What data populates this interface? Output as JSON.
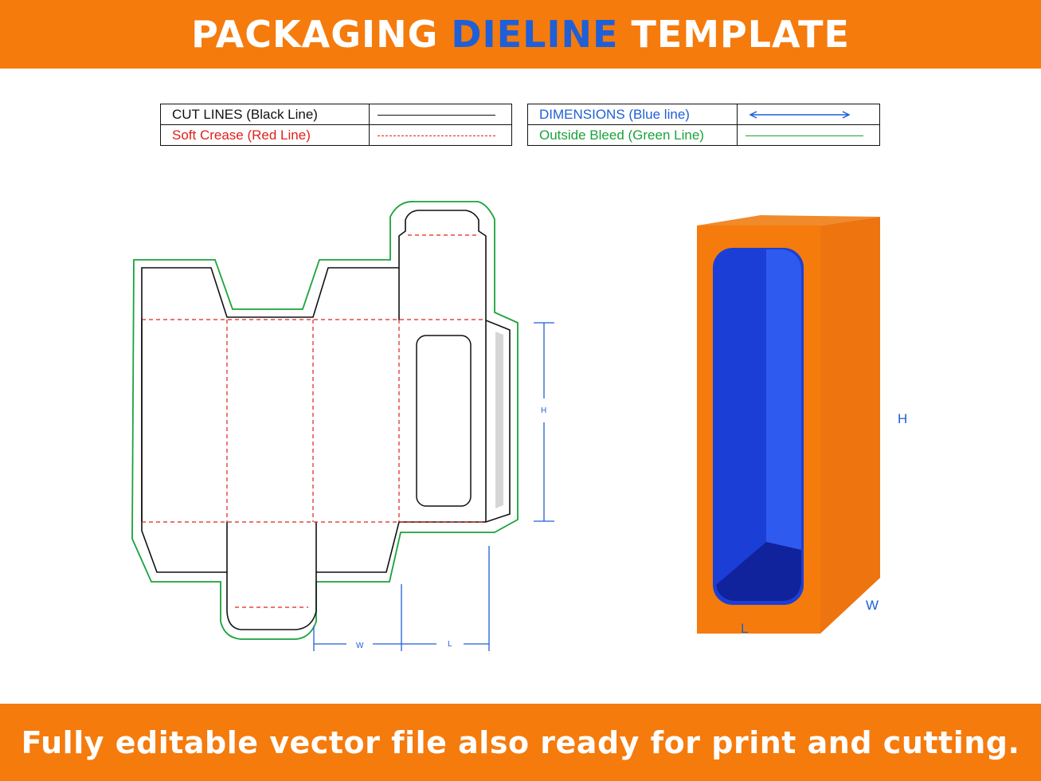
{
  "header": {
    "title_part1": "PACKAGING",
    "title_accent": "DIELINE",
    "title_part2": "TEMPLATE"
  },
  "legend": {
    "left": [
      {
        "label": "CUT LINES (Black Line)",
        "color": "#111111",
        "style": "solid"
      },
      {
        "label": "Soft Crease (Red Line)",
        "color": "#e0201b",
        "style": "dashed"
      }
    ],
    "right": [
      {
        "label": "DIMENSIONS (Blue line)",
        "color": "#1f5fd8",
        "style": "arrow"
      },
      {
        "label": "Outside Bleed (Green Line)",
        "color": "#1aa33a",
        "style": "solid"
      }
    ]
  },
  "dieline": {
    "height_label": "H",
    "width_label": "W",
    "length_label": "L"
  },
  "box3d": {
    "height_label": "H",
    "width_label": "W",
    "length_label": "L"
  },
  "footer": {
    "text": "Fully editable vector file also ready for print and cutting."
  },
  "colors": {
    "banner": "#f57b0d",
    "accent": "#1f5fd8",
    "cut": "#111111",
    "crease": "#e0201b",
    "dimension": "#1f5fd8",
    "bleed": "#1aa33a",
    "box_front": "#f57b0d",
    "box_side": "#ee7410",
    "window": "#1b3fd6"
  }
}
